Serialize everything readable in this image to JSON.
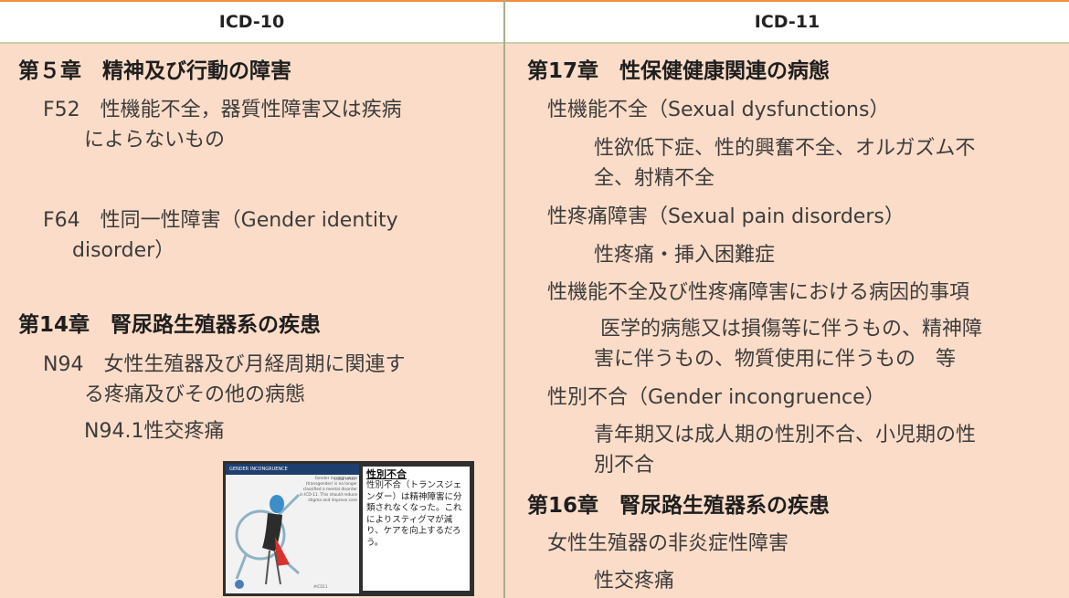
{
  "header": {
    "left": "ICD-10",
    "right": "ICD-11"
  },
  "icd10": {
    "chapter5": "第５章　精神及び行動の障害",
    "f52_line1": "F52　性機能不全，器質性障害又は疾病",
    "f52_line2": "によらないもの",
    "f64_line1": "F64　性同一性障害（Gender identity",
    "f64_line2": "disorder）",
    "chapter14": "第14章　腎尿路生殖器系の疾患",
    "n94_line1": "N94　女性生殖器及び月経周期に関連す",
    "n94_line2": "る疼痛及びその他の病態",
    "n941": "N94.1性交疼痛"
  },
  "icd11": {
    "chapter17": "第17章　性保健健康関連の病態",
    "sexual_dysfunctions": "性機能不全（Sexual dysfunctions）",
    "sd_detail_line1": "性欲低下症、性的興奮不全、オルガズム不",
    "sd_detail_line2": "全、射精不全",
    "sexual_pain": "性疼痛障害（Sexual pain disorders）",
    "sp_detail": "性疼痛・挿入困難症",
    "etiology": "性機能不全及び性疼痛障害における病因的事項",
    "etiology_detail_line1": "医学的病態又は損傷等に伴うもの、精神障",
    "etiology_detail_line2": "害に伴うもの、物質使用に伴うもの　等",
    "gender_incongruence": "性別不合（Gender incongruence）",
    "gi_detail_line1": "青年期又は成人期の性別不合、小児期の性",
    "gi_detail_line2": "別不合",
    "chapter16": "第16章　腎尿路生殖器系の疾患",
    "noninflammatory": "女性生殖器の非炎症性障害",
    "dyspareunia": "性交疼痛"
  },
  "thumbnail": {
    "bar_text": "GENDER INCONGRUENCE",
    "code": "CODE HA40",
    "caption": "Gender incongruence (transgender) is no longer classified a mental disorder in ICD-11. This should reduce stigma and improve care",
    "title": "性別不合",
    "body": "性別不合（トランスジェンダー）は精神障害に分類されなくなった。これによりスティグマが減り、ケアを向上するだろう。",
    "hashtag": "#ICD11"
  },
  "colors": {
    "cell_bg": "#fbdcc8",
    "header_top_border": "#f08c3c",
    "divider": "#a5b08a"
  }
}
